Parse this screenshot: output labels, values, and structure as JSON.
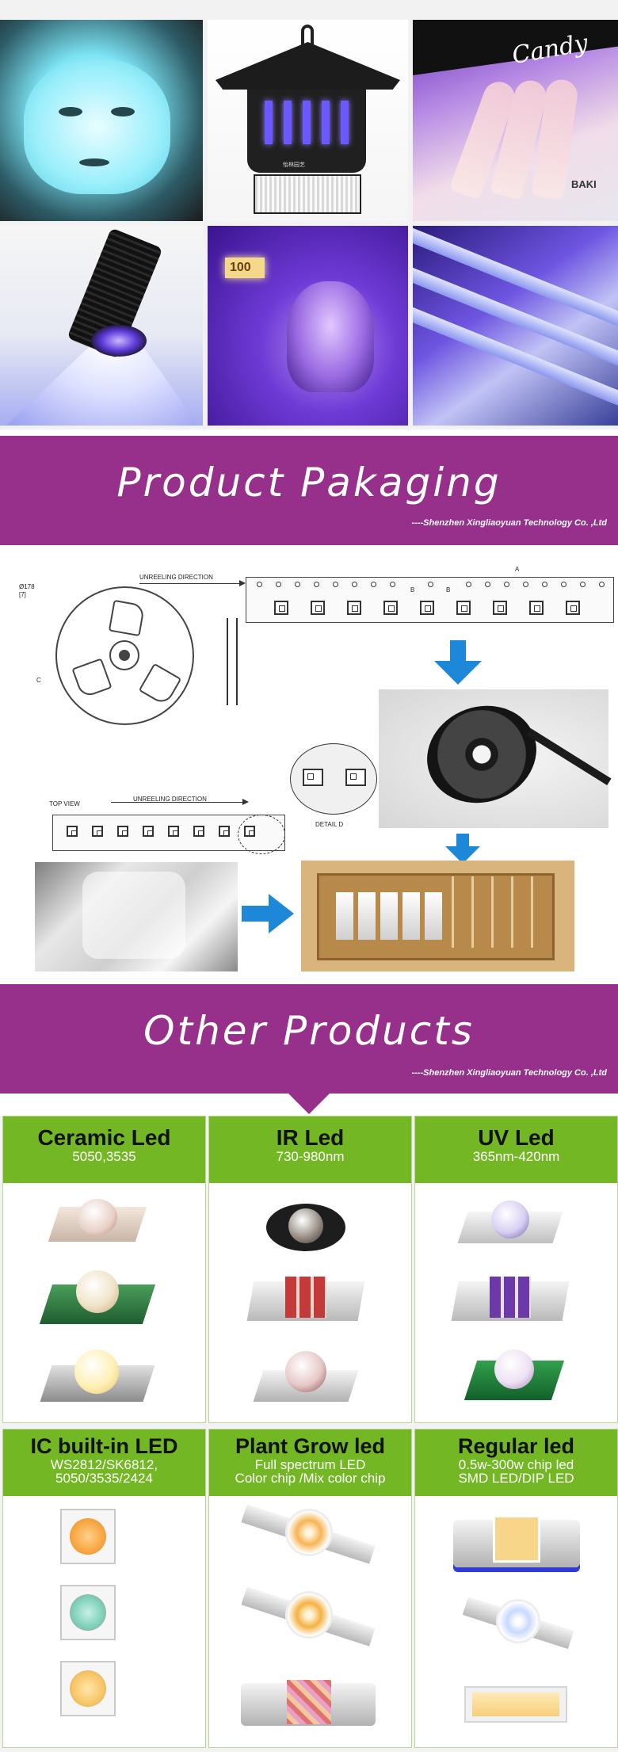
{
  "photo_grid": {
    "tiles": [
      {
        "subject": "uv-face-mask"
      },
      {
        "subject": "uv-mosquito-lamp",
        "lamp_brand": "怡林园艺"
      },
      {
        "subject": "uv-nail-dryer",
        "brand": "Candy",
        "label": "BAKI"
      },
      {
        "subject": "uv-flashlight"
      },
      {
        "subject": "uv-banknote-check",
        "note_number": "100"
      },
      {
        "subject": "uv-curing"
      }
    ]
  },
  "packaging": {
    "banner_title": "Product Pakaging",
    "banner_subtitle": "----Shenzhen Xingliaoyuan Technology Co. ,Ltd",
    "diagram": {
      "diameter": "Ø178",
      "diameter_bracket": "[7]",
      "label_c": "C",
      "unreeling_top": "UNREELING DIRECTION",
      "unreeling_bottom": "UNREELING DIRECTION",
      "top_view": "TOP VIEW",
      "detail": "DETAIL D",
      "label_a": "A",
      "label_b1": "B",
      "label_b2": "B"
    }
  },
  "products": {
    "banner_title": "Other Products",
    "banner_subtitle": "----Shenzhen Xingliaoyuan Technology Co. ,Ltd",
    "cards": [
      {
        "title": "Ceramic Led",
        "sub1": "5050,3535",
        "sub2": ""
      },
      {
        "title": "IR Led",
        "sub1": "730-980nm",
        "sub2": ""
      },
      {
        "title": "UV Led",
        "sub1": "365nm-420nm",
        "sub2": ""
      },
      {
        "title": "IC built-in LED",
        "sub1": "WS2812/SK6812,",
        "sub2": "5050/3535/2424"
      },
      {
        "title": "Plant Grow led",
        "sub1": "Full spectrum LED",
        "sub2": "Color chip /Mix color chip"
      },
      {
        "title": "Regular led",
        "sub1": "0.5w-300w chip led",
        "sub2": "SMD LED/DIP LED"
      }
    ]
  },
  "colors": {
    "banner": "#96308a",
    "card_header": "#73b824",
    "arrow_blue": "#1e88d8"
  }
}
